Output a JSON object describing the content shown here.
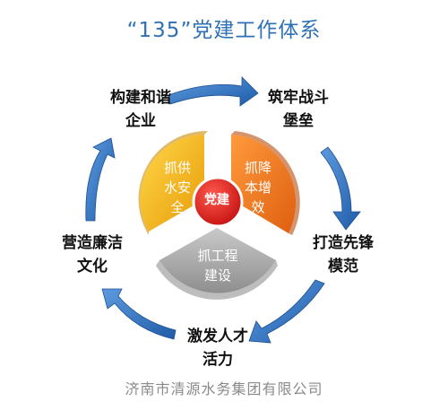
{
  "title": "“135”党建工作体系",
  "center": "党建",
  "sectors": [
    {
      "lines": [
        "抓供",
        "水安",
        "全"
      ],
      "color": "#f1b10c"
    },
    {
      "lines": [
        "抓降",
        "本增",
        "效"
      ],
      "color": "#f07a1c"
    },
    {
      "lines": [
        "抓工程",
        "建设"
      ],
      "color": "#a3a3a3"
    }
  ],
  "outer_nodes": [
    {
      "lines": [
        "构建和谐",
        "企业"
      ]
    },
    {
      "lines": [
        "筑牢战斗",
        "堡垒"
      ]
    },
    {
      "lines": [
        "打造先锋",
        "模范"
      ]
    },
    {
      "lines": [
        "激发人才",
        "活力"
      ]
    },
    {
      "lines": [
        "营造廉洁",
        "文化"
      ]
    }
  ],
  "footer": "济南市清源水务集团有限公司",
  "colors": {
    "title": "#2f72b4",
    "arrow": "#2f6fbf",
    "center": "#e0201f"
  }
}
